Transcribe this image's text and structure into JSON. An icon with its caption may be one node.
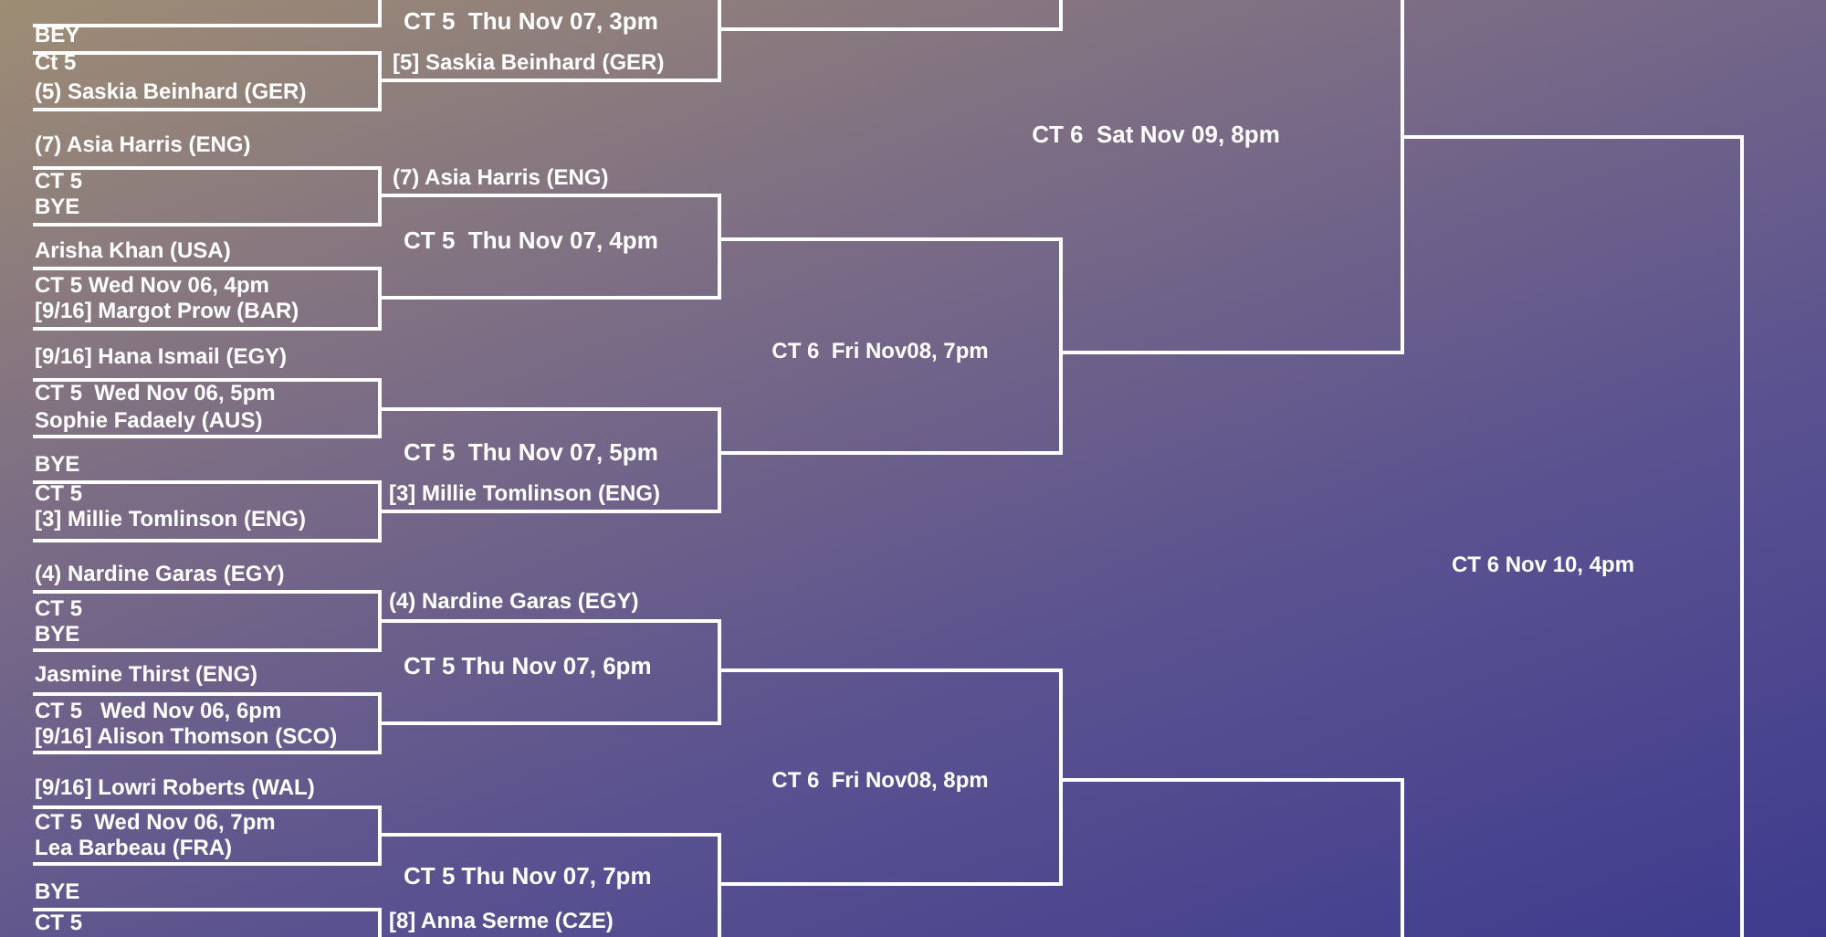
{
  "diagram": {
    "labels": [
      "BEY",
      "Ct 5",
      "(5) Saskia Beinhard (GER)",
      "CT 5  Thu Nov 07, 3pm",
      "[5] Saskia Beinhard (GER)",
      "CT 6  Sat Nov 09, 8pm",
      "(7) Asia Harris (ENG)",
      "(7) Asia Harris (ENG)",
      "CT 5",
      "BYE",
      "CT 5  Thu Nov 07, 4pm",
      "Arisha Khan (USA)",
      "CT 5 Wed Nov 06, 4pm",
      "[9/16] Margot Prow (BAR)",
      "CT 6  Fri Nov08, 7pm",
      "[9/16] Hana Ismail (EGY)",
      "CT 5  Wed Nov 06, 5pm",
      "Sophie Fadaely (AUS)",
      "CT 5  Thu Nov 07, 5pm",
      "BYE",
      "CT 5",
      "[3] Millie Tomlinson (ENG)",
      "[3] Millie Tomlinson (ENG)",
      "CT 6 Nov 10, 4pm",
      "(4) Nardine Garas (EGY)",
      "(4) Nardine Garas (EGY)",
      "CT 5",
      "BYE",
      "CT 5 Thu Nov 07, 6pm",
      "Jasmine Thirst (ENG)",
      "CT 5   Wed Nov 06, 6pm",
      "[9/16] Alison Thomson (SCO)",
      "CT 6  Fri Nov08, 8pm",
      "[9/16] Lowri Roberts (WAL)",
      "CT 5  Wed Nov 06, 7pm",
      "Lea Barbeau (FRA)",
      "CT 5 Thu Nov 07, 7pm",
      "BYE",
      "[8] Anna Serme (CZE)",
      "CT 5"
    ]
  }
}
